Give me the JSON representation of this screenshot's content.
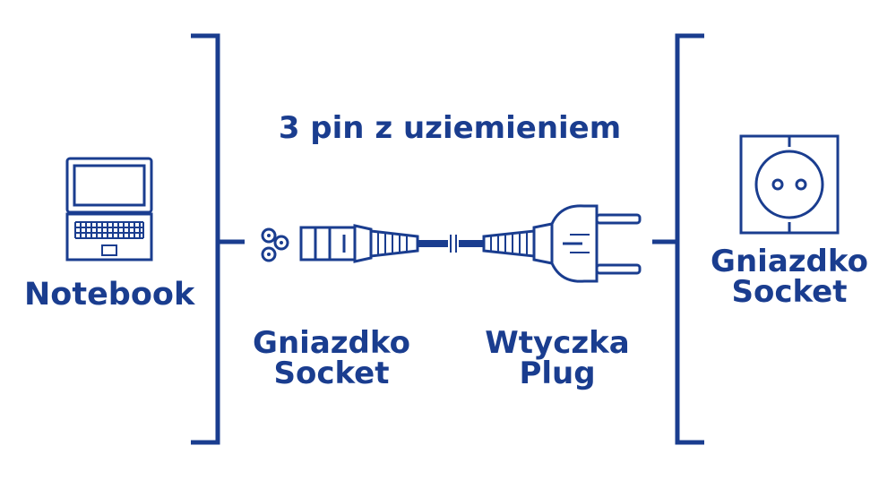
{
  "colors": {
    "accent": "#1a3d8f",
    "background": "#ffffff"
  },
  "center_title": "3 pin z uziemieniem",
  "notebook": {
    "label": "Notebook",
    "icon": "laptop-icon"
  },
  "cable_socket": {
    "line1": "Gniazdko",
    "line2": "Socket",
    "icon": "c5-socket-icon"
  },
  "cable_plug": {
    "line1": "Wtyczka",
    "line2": "Plug",
    "icon": "schuko-plug-icon"
  },
  "wall_socket": {
    "line1": "Gniazdko",
    "line2": "Socket",
    "icon": "wall-socket-icon"
  }
}
